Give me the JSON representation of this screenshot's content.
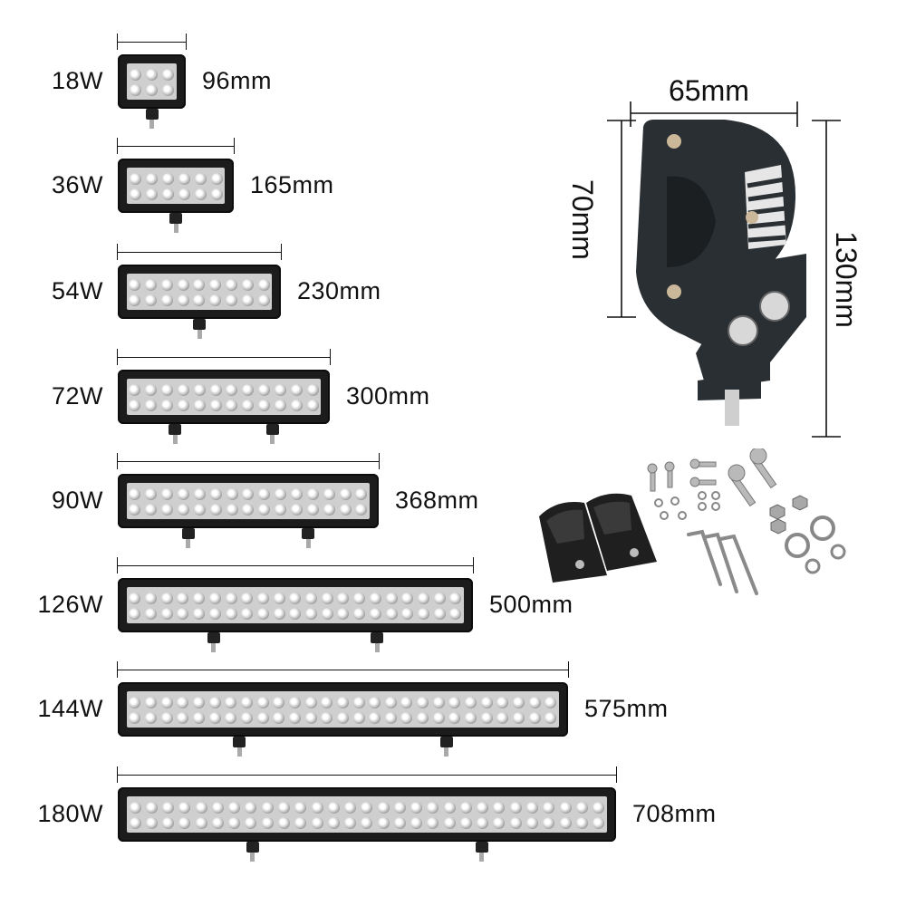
{
  "bars": [
    {
      "watt": "18W",
      "length": "96mm",
      "mounts": 1
    },
    {
      "watt": "36W",
      "length": "165mm",
      "mounts": 1
    },
    {
      "watt": "54W",
      "length": "230mm",
      "mounts": 1
    },
    {
      "watt": "72W",
      "length": "300mm",
      "mounts": 2
    },
    {
      "watt": "90W",
      "length": "368mm",
      "mounts": 2
    },
    {
      "watt": "126W",
      "length": "500mm",
      "mounts": 2
    },
    {
      "watt": "144W",
      "length": "575mm",
      "mounts": 2
    },
    {
      "watt": "180W",
      "length": "708mm",
      "mounts": 2
    }
  ],
  "side_view": {
    "width": "65mm",
    "face_height": "70mm",
    "total_height": "130mm"
  },
  "colors": {
    "housing": "#1c1c1c",
    "lens": "#cfcfcf",
    "text": "#111111"
  },
  "icons": [
    "light-bar-icon",
    "mounting-bracket-icon",
    "hardware-kit-icon"
  ]
}
